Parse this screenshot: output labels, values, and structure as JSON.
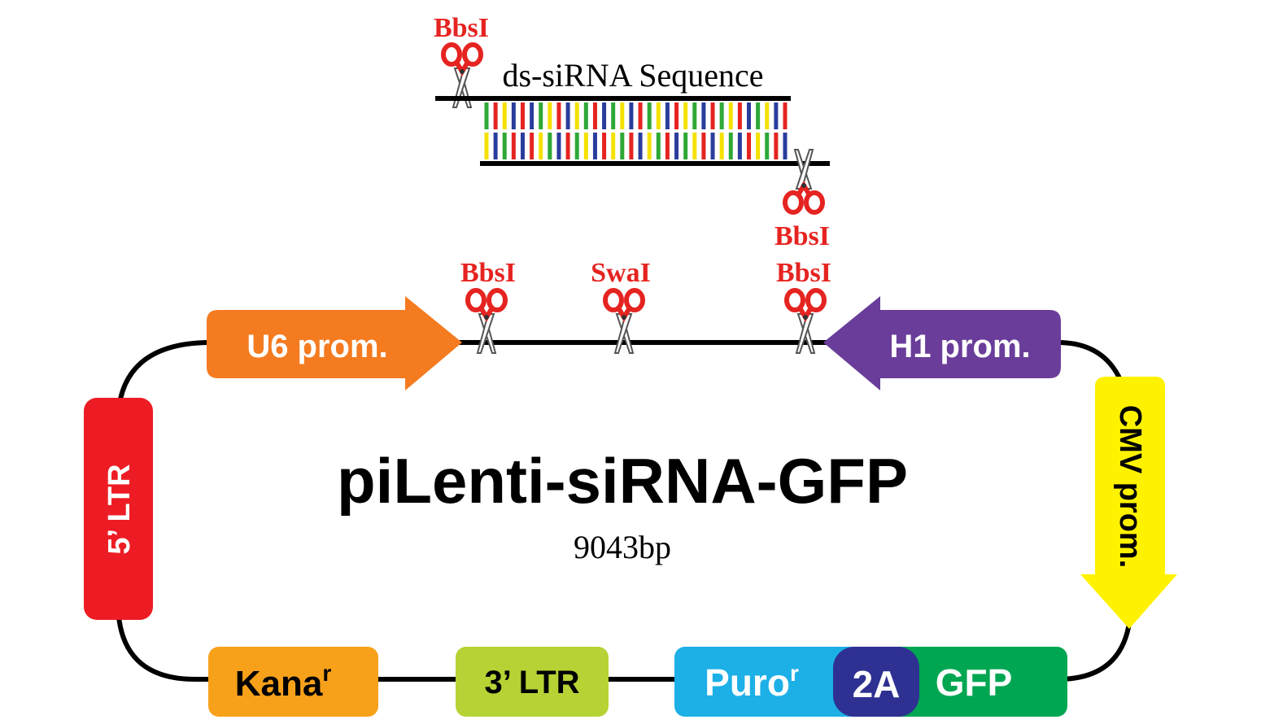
{
  "plasmid": {
    "name": "piLenti-siRNA-GFP",
    "size": "9043bp"
  },
  "insert": {
    "label": "ds-siRNA Sequence",
    "top_enzyme": "BbsI",
    "bottom_enzyme": "BbsI",
    "base_colors": [
      "#2ea836",
      "#e52421",
      "#f5e100",
      "#2a3d9c"
    ]
  },
  "sites": [
    {
      "id": "bbsi-left",
      "label": "BbsI"
    },
    {
      "id": "swai",
      "label": "SwaI"
    },
    {
      "id": "bbsi-right",
      "label": "BbsI"
    }
  ],
  "features": {
    "u6": {
      "label": "U6 prom.",
      "color": "#f47b20"
    },
    "h1": {
      "label": "H1 prom.",
      "color": "#6a3d9a"
    },
    "cmv": {
      "label": "CMV prom.",
      "color": "#fff200"
    },
    "ltr5": {
      "label": "5’ LTR",
      "color": "#ed1c24"
    },
    "kana": {
      "label": "Kana",
      "sup": "r",
      "color": "#f7a11a"
    },
    "ltr3": {
      "label": "3’ LTR",
      "color": "#b5d334"
    },
    "puro": {
      "label": "Puro",
      "sup": "r",
      "color": "#1cb0e6"
    },
    "p2a": {
      "label": "2A",
      "color": "#2e3192"
    },
    "gfp": {
      "label": "GFP",
      "color": "#00a651"
    }
  },
  "colors": {
    "enzyme_label": "#e52421",
    "backbone": "#000000"
  }
}
